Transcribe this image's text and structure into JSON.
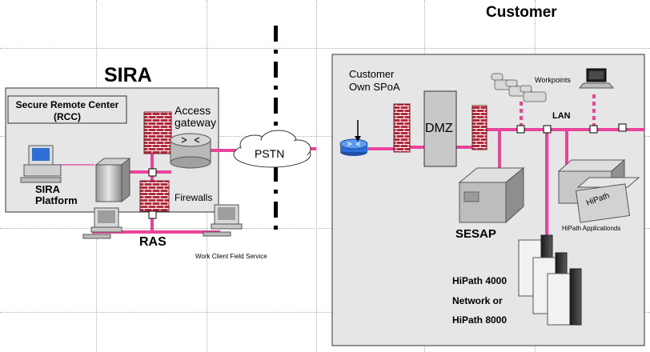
{
  "labels": {
    "customer": "Customer",
    "sira": "SIRA",
    "rcc": "Secure Remote Center (RCC)",
    "access_gateway": "Access gateway",
    "sira_platform": "SIRA Platform",
    "firewalls": "Firewalls",
    "ras": "RAS",
    "work_client": "Work Client Field Service",
    "pstn": "PSTN",
    "customer_spoa": "Customer Own SPoA",
    "dmz": "DMZ",
    "workpoints": "Workpoints",
    "lan": "LAN",
    "sesap": "SESAP",
    "hipath_apps": "HiPath Applicationds",
    "hipath_server_label": "HiPath",
    "hipath_4000": "HiPath 4000",
    "network_or": "Network or",
    "hipath_8000": "HiPath 8000"
  },
  "colors": {
    "link": "#e8449a",
    "panel": "#e6e6e6",
    "panel_border": "#333333",
    "firewall_brick": "#b0293a",
    "router": "#2d6fd6",
    "dmz": "#c8c8c8"
  }
}
